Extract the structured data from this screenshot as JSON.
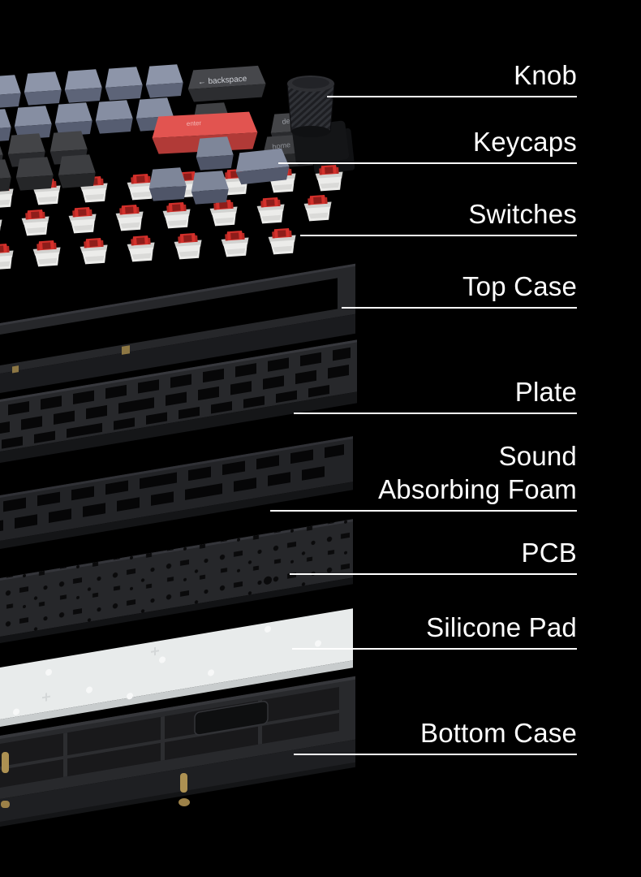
{
  "page": {
    "background": "#000000"
  },
  "diagram": {
    "type": "exploded-view",
    "subject": "mechanical-keyboard",
    "parts": [
      {
        "id": "knob",
        "label": "Knob"
      },
      {
        "id": "keycaps",
        "label": "Keycaps"
      },
      {
        "id": "switches",
        "label": "Switches"
      },
      {
        "id": "top-case",
        "label": "Top Case"
      },
      {
        "id": "plate",
        "label": "Plate"
      },
      {
        "id": "sound-absorbing-foam",
        "label": "Sound\nAbsorbing Foam"
      },
      {
        "id": "pcb",
        "label": "PCB"
      },
      {
        "id": "silicone-pad",
        "label": "Silicone Pad"
      },
      {
        "id": "bottom-case",
        "label": "Bottom Case"
      }
    ],
    "keycap_legends": {
      "backspace": "← backspace",
      "delete": "del",
      "home": "home",
      "enter": "enter"
    },
    "colors": {
      "label_text": "#ffffff",
      "callout_line": "#ffffff",
      "keycap_blue": "#8d95a9",
      "keycap_dark": "#46474b",
      "keycap_red": "#e25450",
      "switch_red": "#d4302b",
      "switch_housing": "#ececea",
      "case_dark": "#26272a",
      "silicone_pad": "#e8ebeb",
      "screw_brass": "#b59a5a"
    }
  }
}
